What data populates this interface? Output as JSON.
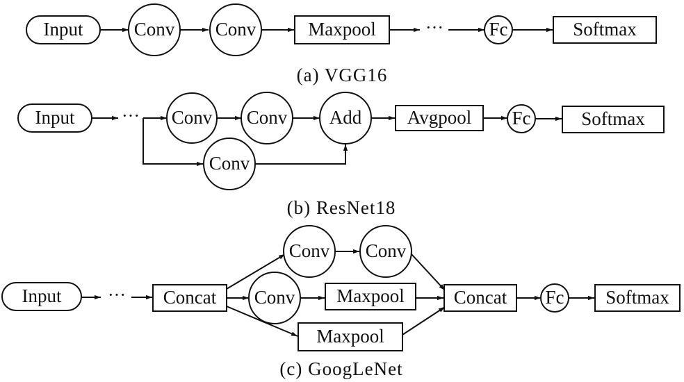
{
  "vgg": {
    "caption": "(a) VGG16",
    "input": "Input",
    "conv1": "Conv",
    "conv2": "Conv",
    "maxpool": "Maxpool",
    "ellipsis": "···",
    "fc": "Fc",
    "softmax": "Softmax"
  },
  "resnet": {
    "caption": "(b) ResNet18",
    "input": "Input",
    "ellipsis": "···",
    "conv1": "Conv",
    "conv2": "Conv",
    "conv_shortcut": "Conv",
    "add": "Add",
    "avgpool": "Avgpool",
    "fc": "Fc",
    "softmax": "Softmax"
  },
  "googlenet": {
    "caption": "(c) GoogLeNet",
    "input": "Input",
    "ellipsis": "···",
    "concat1": "Concat",
    "conv_top1": "Conv",
    "conv_top2": "Conv",
    "conv_mid": "Conv",
    "maxpool_mid": "Maxpool",
    "maxpool_bottom": "Maxpool",
    "concat2": "Concat",
    "fc": "Fc",
    "softmax": "Softmax"
  }
}
